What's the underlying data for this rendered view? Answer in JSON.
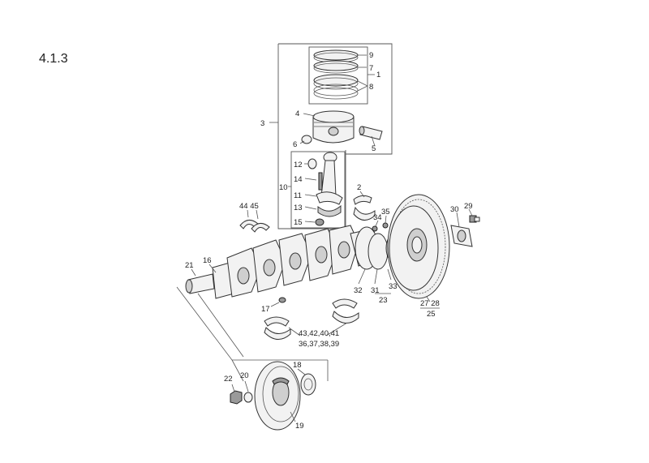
{
  "section_number": "4.1.3",
  "callouts": [
    {
      "id": "c9",
      "text": "9"
    },
    {
      "id": "c7",
      "text": "7"
    },
    {
      "id": "c1",
      "text": "1"
    },
    {
      "id": "c8",
      "text": "8"
    },
    {
      "id": "c4",
      "text": "4"
    },
    {
      "id": "c3",
      "text": "3"
    },
    {
      "id": "c6",
      "text": "6"
    },
    {
      "id": "c5",
      "text": "5"
    },
    {
      "id": "c12",
      "text": "12"
    },
    {
      "id": "c14",
      "text": "14"
    },
    {
      "id": "c10",
      "text": "10"
    },
    {
      "id": "c11",
      "text": "11"
    },
    {
      "id": "c13",
      "text": "13"
    },
    {
      "id": "c15",
      "text": "15"
    },
    {
      "id": "c2",
      "text": "2"
    },
    {
      "id": "c4445",
      "text": "44 45"
    },
    {
      "id": "c35",
      "text": "35"
    },
    {
      "id": "c34",
      "text": "34"
    },
    {
      "id": "c30",
      "text": "30"
    },
    {
      "id": "c29",
      "text": "29"
    },
    {
      "id": "c21",
      "text": "21"
    },
    {
      "id": "c16",
      "text": "16"
    },
    {
      "id": "c32",
      "text": "32"
    },
    {
      "id": "c31",
      "text": "31"
    },
    {
      "id": "c33",
      "text": "33"
    },
    {
      "id": "c23",
      "text": "23"
    },
    {
      "id": "c2728",
      "text": "27 28"
    },
    {
      "id": "c25",
      "text": "25"
    },
    {
      "id": "c17",
      "text": "17"
    },
    {
      "id": "c4342",
      "text": "43,42,40,41"
    },
    {
      "id": "c3637",
      "text": "36,37,38,39"
    },
    {
      "id": "c18",
      "text": "18"
    },
    {
      "id": "c22",
      "text": "22"
    },
    {
      "id": "c20",
      "text": "20"
    },
    {
      "id": "c19",
      "text": "19"
    }
  ]
}
